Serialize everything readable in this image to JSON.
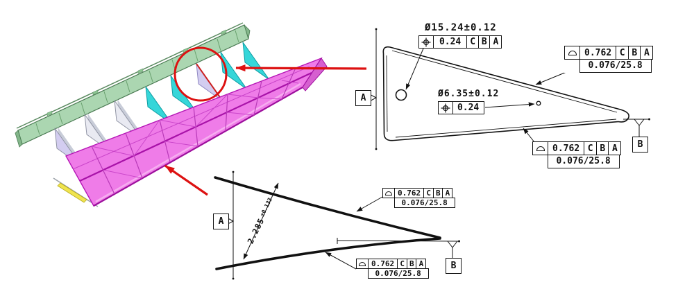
{
  "upper_view": {
    "large_hole_dim": "Ø15.24±0.12",
    "large_hole_fcf": {
      "symbol": "position",
      "tolerance": "0.24",
      "datums": [
        "C",
        "B",
        "A"
      ]
    },
    "small_hole_dim": "Ø6.35±0.12",
    "small_hole_fcf": {
      "symbol": "position",
      "tolerance": "0.24"
    },
    "profile_top_fcf": {
      "symbol": "profile-of-a-surface",
      "tolerance": "0.762",
      "datums": [
        "C",
        "B",
        "A"
      ],
      "refinement": "0.076/25.8"
    },
    "profile_bottom_fcf": {
      "symbol": "profile-of-a-surface",
      "tolerance": "0.762",
      "datums": [
        "C",
        "B",
        "A"
      ],
      "refinement": "0.076/25.8"
    },
    "datum_a": "A",
    "datum_b": "B"
  },
  "lower_view": {
    "thickness_value": "2.285",
    "thickness_tolerance": "±0.133",
    "profile_top_fcf": {
      "symbol": "profile-of-a-surface",
      "tolerance": "0.762",
      "datums": [
        "C",
        "B",
        "A"
      ],
      "refinement": "0.076/25.8"
    },
    "profile_bottom_fcf": {
      "symbol": "profile-of-a-surface",
      "tolerance": "0.762",
      "datums": [
        "C",
        "B",
        "A"
      ],
      "refinement": "0.076/25.8"
    },
    "datum_a": "A",
    "datum_b": "B"
  },
  "model_3d": {
    "colors": {
      "spar_green": "#abd6b1",
      "panel_magenta": "#ef7ce8",
      "bracket_cyan": "#35d6d9",
      "bracket_white": "#e9eaf2",
      "bracket_lavender": "#d3cdf0",
      "highlight_yellow": "#f0e44e",
      "annotation_red": "#dd1111"
    }
  }
}
